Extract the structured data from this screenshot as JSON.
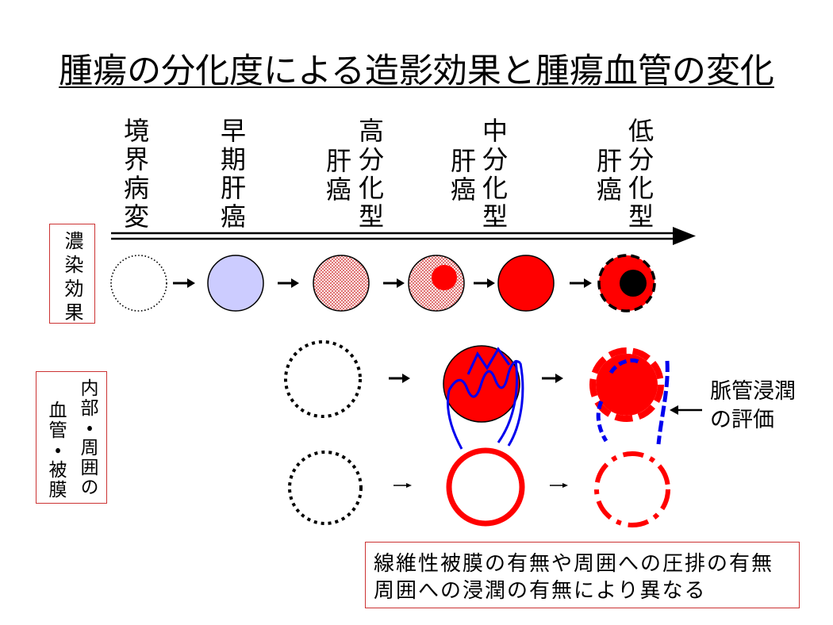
{
  "title": "腫瘍の分化度による造影効果と腫瘍血管の変化",
  "stages": {
    "borderline": {
      "col1": "境界病変"
    },
    "early": {
      "col1": "早期肝癌"
    },
    "well_differentiated": {
      "col1": "高分化型",
      "col2": "肝癌"
    },
    "moderately_differentiated": {
      "col1": "中分化型",
      "col2": "肝癌"
    },
    "poorly_differentiated": {
      "col1": "低分化型",
      "col2": "肝癌"
    }
  },
  "row_labels": {
    "enhancement": "濃染効果",
    "vessels": {
      "col1": "内部・周囲の",
      "col2": "血管・被膜"
    }
  },
  "callout": {
    "line1": "脈管浸潤",
    "line2": "の評価"
  },
  "note": {
    "line1": "線維性被膜の有無や周囲への圧排の有無",
    "line2": "周囲への浸潤の有無により異なる"
  },
  "colors": {
    "tumor_red": "#ff0000",
    "vessel_blue": "#0000ee",
    "early_fill": "#ccccff",
    "box_border": "#cc3333"
  }
}
